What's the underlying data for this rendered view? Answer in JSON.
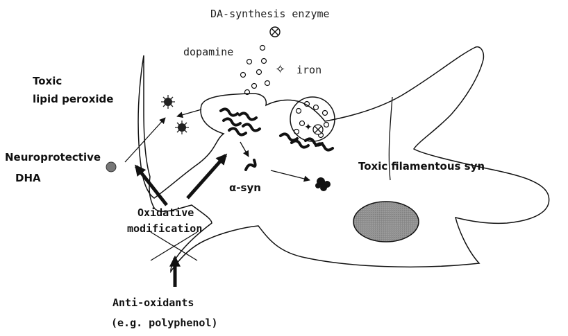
{
  "labels": {
    "da_enzyme": "DA-synthesis enzyme",
    "dopamine": "dopamine",
    "iron": "iron",
    "toxic_lipid_1": "Toxic",
    "toxic_lipid_2": "lipid peroxide",
    "neuroprotective": "Neuroprotective",
    "dha": "DHA",
    "alpha_syn": "α-syn",
    "toxic_filamentous": "Toxic filamentous syn",
    "oxidative_1": "Oxidative",
    "oxidative_2": "modification",
    "anti_oxidants": "Anti-oxidants",
    "polyphenol": "(e.g. polyphenol)"
  }
}
